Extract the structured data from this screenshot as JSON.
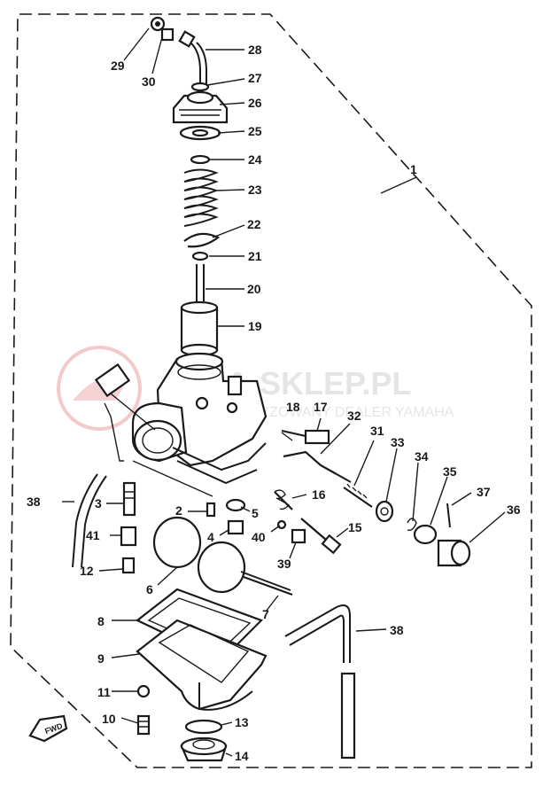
{
  "watermark": {
    "brand": "MA-SKLEP.PL",
    "dealer": "AUTORYZOWANY DEALER YAMAHA"
  },
  "assembly_label": "1",
  "fwd_label": "FWD",
  "callouts": [
    "2",
    "3",
    "4",
    "5",
    "6",
    "7",
    "8",
    "9",
    "10",
    "11",
    "12",
    "13",
    "14",
    "15",
    "16",
    "17",
    "18",
    "19",
    "20",
    "21",
    "22",
    "23",
    "24",
    "25",
    "26",
    "27",
    "28",
    "29",
    "30",
    "31",
    "32",
    "33",
    "34",
    "35",
    "36",
    "37",
    "38",
    "38",
    "39",
    "40",
    "41"
  ],
  "colors": {
    "ink": "#1a1a1a",
    "watermark": "#e8b8b8",
    "watermark_text": "#d8d8d8"
  }
}
